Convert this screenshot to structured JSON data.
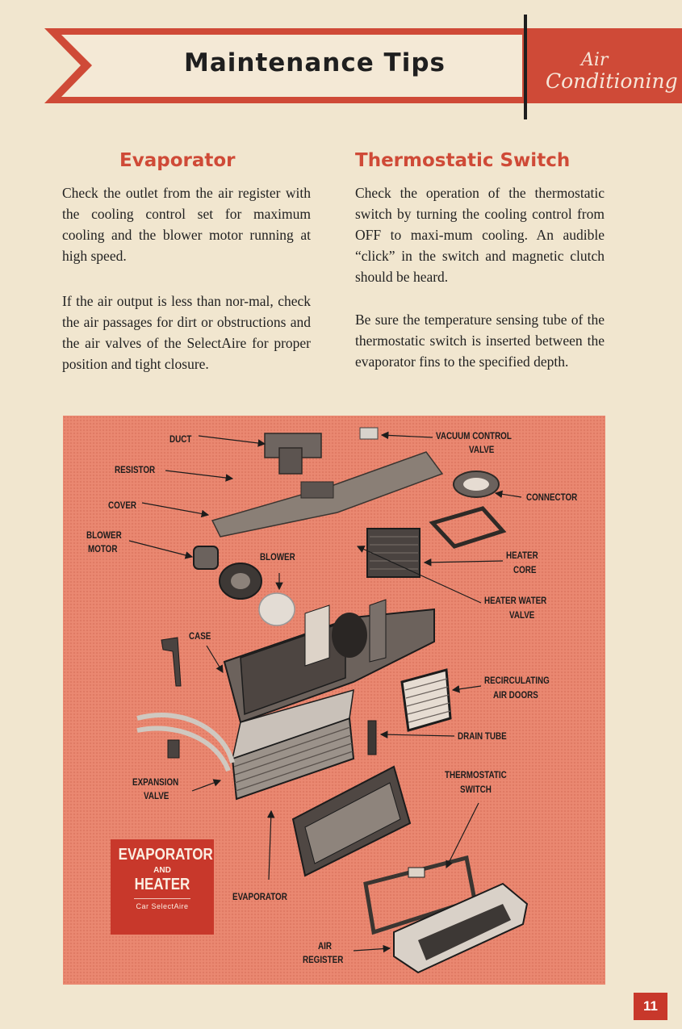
{
  "header": {
    "title": "Maintenance Tips",
    "tab_line1": "Air",
    "tab_line2": "Conditioning",
    "colors": {
      "accent": "#cf4a37",
      "banner_fill": "#f4e9d6",
      "page_bg": "#f1e6cf"
    }
  },
  "left_column": {
    "heading": "Evaporator",
    "paragraphs": [
      "Check the outlet from the air register with the cooling control set for maximum cooling and the blower motor running at high speed.",
      "If the air output is less than nor-mal, check the air passages for dirt or obstructions and the air valves of the SelectAire for proper position and tight closure."
    ]
  },
  "right_column": {
    "heading": "Thermostatic Switch",
    "paragraphs": [
      "Check the operation of the thermostatic switch by turning the cooling control from OFF to maxi-mum cooling. An audible “click” in the switch and magnetic clutch should be heard.",
      "Be sure the temperature sensing tube of the thermostatic switch is inserted between the evaporator fins to the specified depth."
    ]
  },
  "diagram": {
    "labels": {
      "duct": "DUCT",
      "resistor": "RESISTOR",
      "cover": "COVER",
      "blower_motor_1": "BLOWER",
      "blower_motor_2": "MOTOR",
      "blower": "BLOWER",
      "case": "CASE",
      "expansion_valve_1": "EXPANSION",
      "expansion_valve_2": "VALVE",
      "evaporator": "EVAPORATOR",
      "air_register_1": "AIR",
      "air_register_2": "REGISTER",
      "vacuum_control_valve_1": "VACUUM CONTROL",
      "vacuum_control_valve_2": "VALVE",
      "connector": "CONNECTOR",
      "heater_core_1": "HEATER",
      "heater_core_2": "CORE",
      "heater_water_valve_1": "HEATER WATER",
      "heater_water_valve_2": "VALVE",
      "recirculating_air_doors_1": "RECIRCULATING",
      "recirculating_air_doors_2": "AIR DOORS",
      "drain_tube": "DRAIN TUBE",
      "thermostatic_switch_1": "THERMOSTATIC",
      "thermostatic_switch_2": "SWITCH"
    },
    "caption": {
      "line1": "EVAPORATOR",
      "line2": "AND",
      "line3": "HEATER",
      "line4": "Car SelectAire"
    }
  },
  "page_number": "11"
}
